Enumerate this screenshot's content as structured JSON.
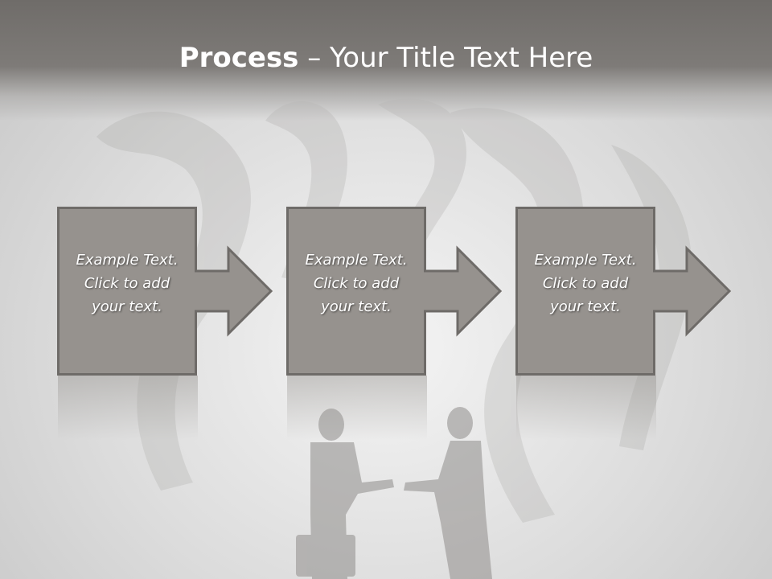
{
  "slide": {
    "title_strong": "Process",
    "title_rest": " – Your Title Text Here"
  },
  "steps": [
    {
      "line1": "Example Text.",
      "line2": "Click  to add",
      "line3": "your text."
    },
    {
      "line1": "Example Text.",
      "line2": "Click  to add",
      "line3": "your text."
    },
    {
      "line1": "Example Text.",
      "line2": "Click  to add",
      "line3": "your text."
    }
  ],
  "colors": {
    "box_fill": "#96928e",
    "box_border": "#6e6b68",
    "title_band": "#7a7774",
    "title_text": "#ffffff"
  }
}
